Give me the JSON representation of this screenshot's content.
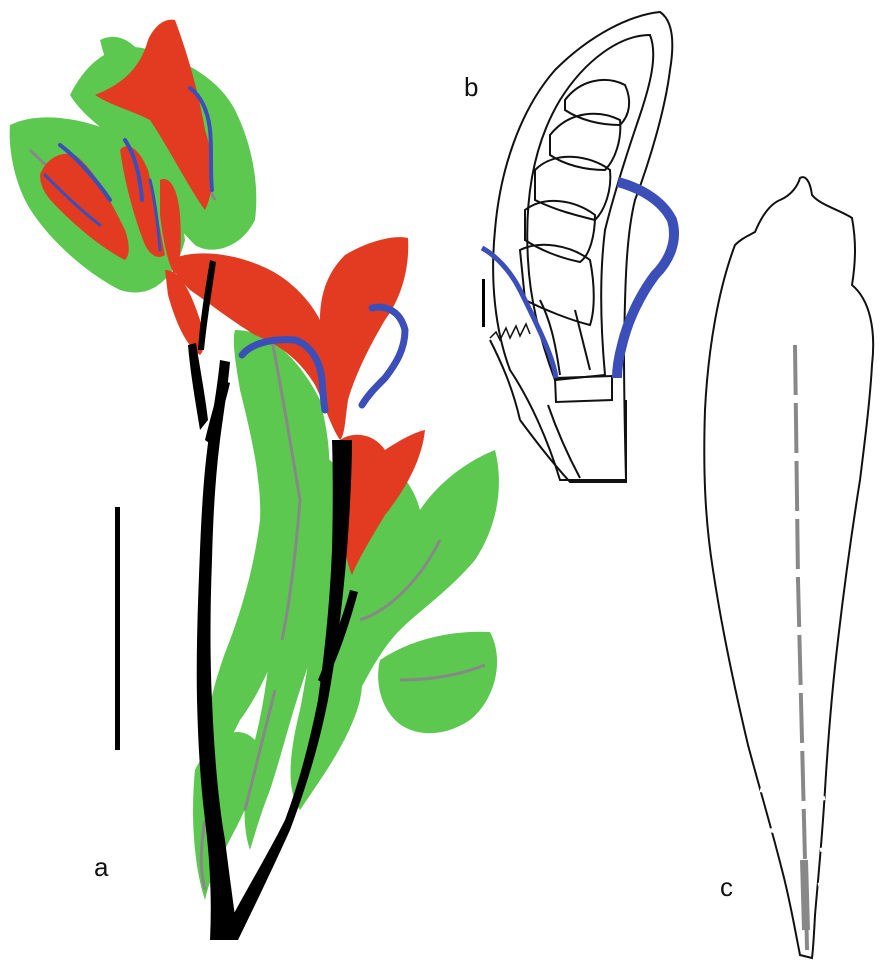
{
  "panels": {
    "a": {
      "label": "a"
    },
    "b": {
      "label": "b"
    },
    "c": {
      "label": "c"
    }
  },
  "colors": {
    "leaf": "#5cc850",
    "petal": "#e23b22",
    "vein_blue": "#3c4fb8",
    "stem": "#000000",
    "vein_gray": "#888888",
    "outline": "#111111"
  }
}
